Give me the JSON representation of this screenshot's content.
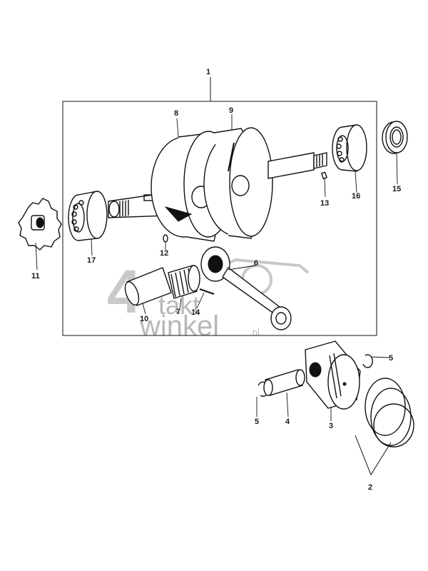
{
  "callouts": {
    "n1": "1",
    "n2": "2",
    "n3": "3",
    "n4": "4",
    "n5a": "5",
    "n5b": "5",
    "n6": "6",
    "n7": "7",
    "n8": "8",
    "n9": "9",
    "n10": "10",
    "n11": "11",
    "n12": "12",
    "n13": "13",
    "n14": "14",
    "n15": "15",
    "n16": "16",
    "n17": "17"
  },
  "watermark": {
    "numeral": "4",
    "line1": "takt",
    "line2": "winkel",
    "suffix": ".nl"
  },
  "colors": {
    "ink": "#111111",
    "watermark": "#c0c0c0"
  }
}
